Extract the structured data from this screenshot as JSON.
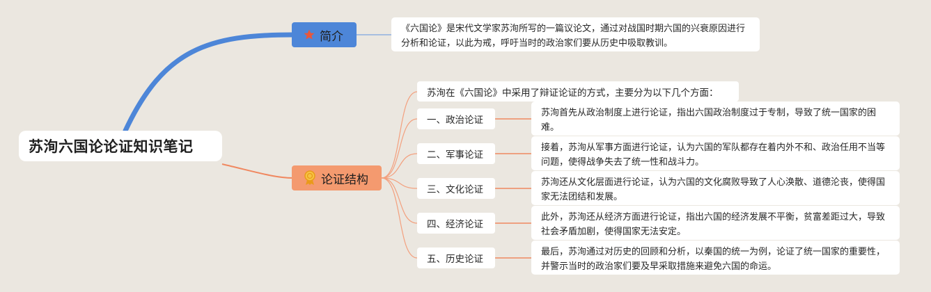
{
  "root": {
    "title": "苏洵六国论论证知识笔记"
  },
  "intro": {
    "label": "简介",
    "icon": "star-icon",
    "text": "《六国论》是宋代文学家苏洵所写的一篇议论文，通过对战国时期六国的兴衰原因进行分析和论证，以此为戒，呼吁当时的政治家们要从历史中吸取教训。"
  },
  "structure": {
    "label": "论证结构",
    "icon": "award-ribbon-icon",
    "overview": "苏洵在《六国论》中采用了辩证论证的方式，主要分为以下几个方面：",
    "items": [
      {
        "label": "一、政治论证",
        "detail": "苏洵首先从政治制度上进行论证，指出六国政治制度过于专制，导致了统一国家的困难。"
      },
      {
        "label": "二、军事论证",
        "detail": "接着，苏洵从军事方面进行论证，认为六国的军队都存在着内外不和、政治任用不当等问题，使得战争失去了统一性和战斗力。"
      },
      {
        "label": "三、文化论证",
        "detail": "苏洵还从文化层面进行论证，认为六国的文化腐败导致了人心涣散、道德沦丧，使得国家无法团结和发展。"
      },
      {
        "label": "四、经济论证",
        "detail": "此外，苏洵还从经济方面进行论证，指出六国的经济发展不平衡，贫富差距过大，导致社会矛盾加剧，使得国家无法安定。"
      },
      {
        "label": "五、历史论证",
        "detail": "最后，苏洵通过对历史的回顾和分析，以秦国的统一为例，论证了统一国家的重要性，并警示当时的政治家们要及早采取措施来避免六国的命运。"
      }
    ]
  },
  "colors": {
    "background": "#ebe7e0",
    "intro_branch": "#4d86d8",
    "structure_branch": "#f49a6f"
  }
}
